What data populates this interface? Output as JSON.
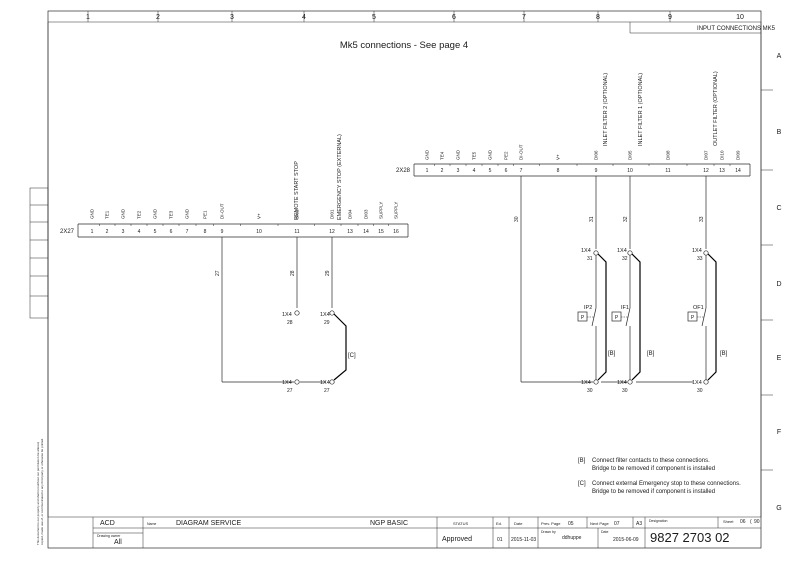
{
  "ruler": {
    "columns": [
      "1",
      "2",
      "3",
      "4",
      "5",
      "6",
      "7",
      "8",
      "9",
      "10"
    ],
    "rows": [
      "A",
      "B",
      "C",
      "D",
      "E",
      "F",
      "G"
    ]
  },
  "header_tag": "INPUT CONNECTIONS MK5",
  "title": "Mk5 connections - See page 4",
  "left_margin_note": [
    "This document is our property and shall not without our permission be altered,",
    "copied, made use of, or communicated to any third party or otherwise be printed."
  ],
  "connector_2x27": {
    "label": "2X27",
    "pins": [
      "1",
      "2",
      "3",
      "4",
      "5",
      "6",
      "7",
      "8",
      "9",
      "10",
      "11",
      "12",
      "13",
      "14",
      "15",
      "16"
    ],
    "signals": [
      "GND",
      "TE1",
      "GND",
      "TE2",
      "GND",
      "TE3",
      "GND",
      "PE1",
      "DI-OUT",
      "V+",
      "DI02",
      "DI01",
      "DI04",
      "DI03",
      "SUPPLY",
      "SUPPLY"
    ],
    "desc_remote": "REMOTE START STOP",
    "desc_estop": "EMERGENCY STOP (EXTERNAL)"
  },
  "connector_2x28": {
    "label": "2X28",
    "pins": [
      "1",
      "2",
      "3",
      "4",
      "5",
      "6",
      "7",
      "8",
      "9",
      "10",
      "11",
      "12",
      "13",
      "14"
    ],
    "signals": [
      "GND",
      "TE4",
      "GND",
      "TE5",
      "GND",
      "PE2",
      "DI-OUT",
      "V+",
      "DI06",
      "DI05",
      "DI08",
      "DI07",
      "DI10",
      "DI09"
    ],
    "desc_inlet2": "INLET FILTER 2 (OPTIONAL)",
    "desc_inlet1": "INLET FILTER 1 (OPTIONAL)",
    "desc_outlet": "OUTLET FILTER (OPTIONAL)"
  },
  "wires": {
    "w27": "27",
    "w28": "28",
    "w29": "29",
    "w30": "30",
    "w31": "31",
    "w32": "32",
    "w33": "33"
  },
  "terminals": {
    "label": "1X4",
    "t28": "28",
    "t29": "29",
    "t27a": "27",
    "t27b": "27",
    "t31": "31",
    "t32": "32",
    "t33": "33",
    "t30a": "30",
    "t30b": "30",
    "t30c": "30"
  },
  "components": {
    "ip2": "IP2",
    "if1": "IF1",
    "of1": "OF1",
    "sym": "P"
  },
  "bridges": {
    "b": "[B]",
    "c": "[C]"
  },
  "notes": {
    "b_tag": "[B]",
    "b_line1": "Connect filter contacts to these connections.",
    "b_line2": "Bridge to be removed if component is installed",
    "c_tag": "[C]",
    "c_line1": "Connect external Emergency stop to these connections.",
    "c_line2": "Bridge to be removed if component is installed"
  },
  "title_block": {
    "company": "ACD",
    "drawing_owner_label": "Drawing owner",
    "drawing_owner": "All",
    "name_label": "Name",
    "name": "DIAGRAM SERVICE",
    "product": "NGP BASIC",
    "status_label": "STATUS",
    "status": "Approved",
    "ed_label": "Ed.",
    "ed": "01",
    "date_label": "Date",
    "date": "2015-11-03",
    "prev_page_label": "Prev. Page",
    "prev_page": "05",
    "next_page_label": "Next Page",
    "next_page": "07",
    "size": "A3",
    "drawn_by_label": "Drawn by",
    "drawn_by": "ddhuppe",
    "date2_label": "Date",
    "date2": "2015-06-09",
    "designation_label": "Designation",
    "designation": "9827 2703 02",
    "sheet_label": "Sheet",
    "sheet": "06",
    "sheet_sep": "(",
    "sheet_total": "90"
  }
}
